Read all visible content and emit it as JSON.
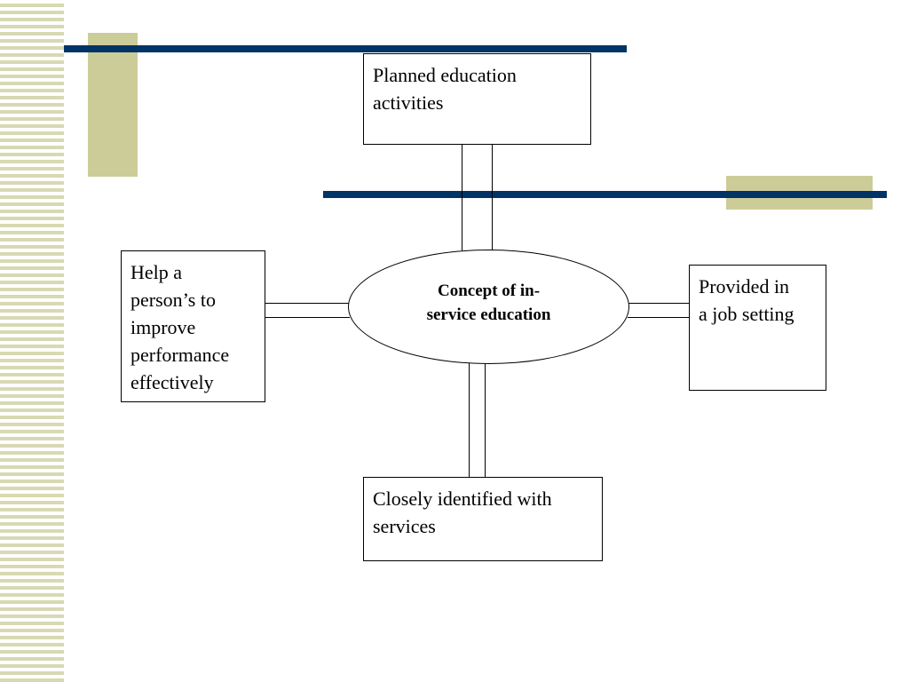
{
  "colors": {
    "accent_navy": "#003366",
    "accent_tan": "#cccc99",
    "stripe": "#d8d9b3"
  },
  "diagram": {
    "center": "Concept of in-service education",
    "center_lines": [
      "Concept of in-",
      "service education"
    ],
    "boxes": {
      "top": [
        "Planned education",
        "activities"
      ],
      "left": [
        "Help a",
        "person’s to",
        "improve",
        "performance",
        "effectively"
      ],
      "right": [
        "Provided in",
        "a job setting"
      ],
      "bottom": [
        "Closely identified with",
        "services"
      ]
    }
  }
}
